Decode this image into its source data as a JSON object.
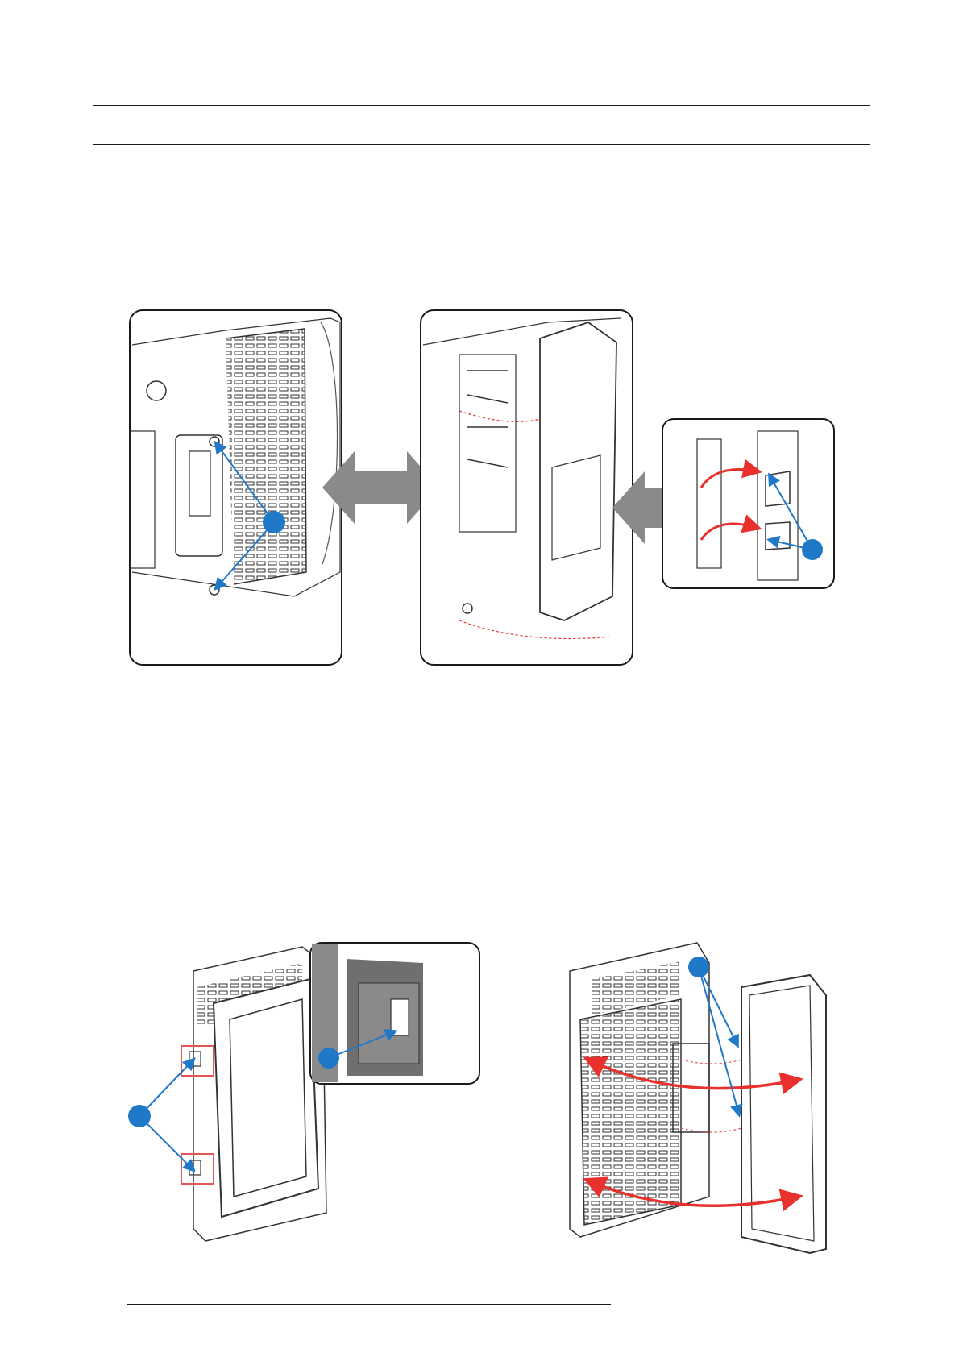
{
  "colors": {
    "callout_blue": "#1f78c8",
    "arrow_red": "#e8302c",
    "arrow_gray": "#8a8a8a",
    "line_dark": "#1a1a1a",
    "highlight_red": "#e05555"
  },
  "figures": [
    {
      "id": "panel-closed",
      "icon": "filter-cover-closed-illustration"
    },
    {
      "id": "panel-open",
      "icon": "filter-cover-open-illustration"
    },
    {
      "id": "hinge-detail",
      "icon": "hinge-detail-illustration"
    },
    {
      "id": "handle-view",
      "icon": "filter-clips-illustration"
    },
    {
      "id": "clip-detail",
      "icon": "clip-detail-illustration"
    },
    {
      "id": "filter-removal",
      "icon": "filter-removal-illustration"
    }
  ]
}
